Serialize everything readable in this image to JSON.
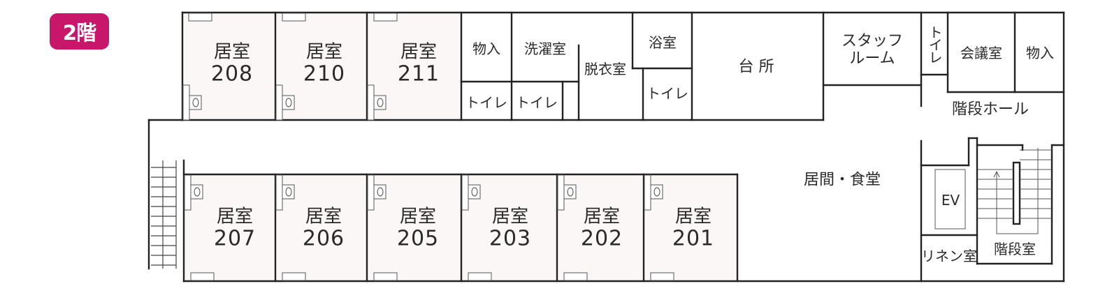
{
  "floor_badge": {
    "label": "2階",
    "color": "#c8166b"
  },
  "rooms_top": [
    {
      "name": "居室",
      "number": "208"
    },
    {
      "name": "居室",
      "number": "210"
    },
    {
      "name": "居室",
      "number": "211"
    }
  ],
  "rooms_bottom": [
    {
      "name": "居室",
      "number": "207"
    },
    {
      "name": "居室",
      "number": "206"
    },
    {
      "name": "居室",
      "number": "205"
    },
    {
      "name": "居室",
      "number": "203"
    },
    {
      "name": "居室",
      "number": "202"
    },
    {
      "name": "居室",
      "number": "201"
    }
  ],
  "facilities": {
    "storage_1": "物入",
    "laundry": "洗濯室",
    "toilet_1": "トイレ",
    "toilet_2": "トイレ",
    "dressing_room": "脱衣室",
    "bathroom": "浴室",
    "toilet_3": "トイレ",
    "kitchen": "台 所",
    "staff_room_line1": "スタッフ",
    "staff_room_line2": "ルーム",
    "toilet_4": "トイレ",
    "meeting_room": "会議室",
    "storage_2": "物入",
    "stair_hall": "階段ホール",
    "living_dining": "居間・食堂",
    "elevator": "EV",
    "linen_room": "リネン室",
    "stairwell": "階段室"
  },
  "colors": {
    "room_fill": "#fbf7f6",
    "wall": "#222222",
    "thin_line": "#555555"
  }
}
